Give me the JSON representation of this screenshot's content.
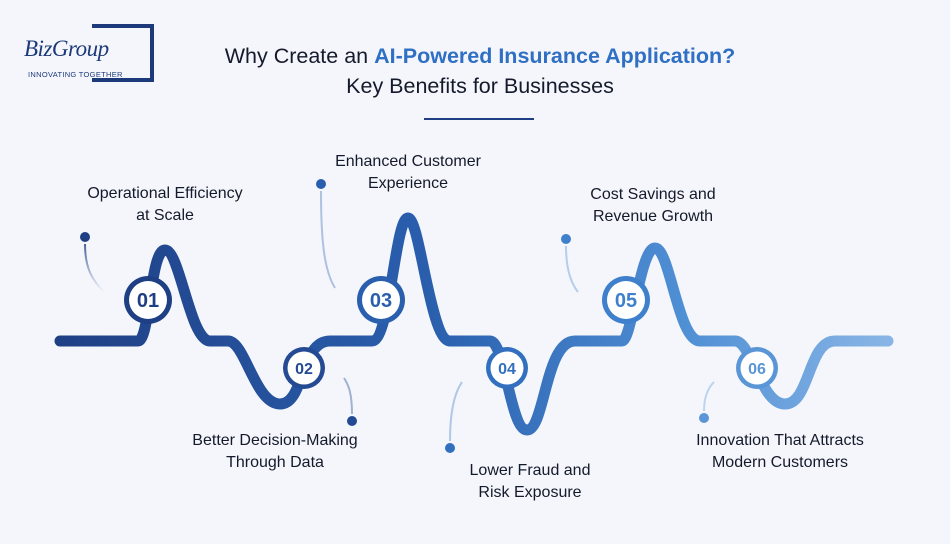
{
  "logo": {
    "word": "BizGroup",
    "tagline": "INNOVATING TOGETHER"
  },
  "title": {
    "line1_before": "Why Create an ",
    "line1_highlight": "AI-Powered Insurance Application?",
    "line2": "Key Benefits for Businesses"
  },
  "colors": {
    "dark_navy": "#1f3f84",
    "mid_blue": "#2f6fc4",
    "light_blue": "#8ab6e6",
    "background": "#f4f6fb"
  },
  "steps": [
    {
      "number": "01",
      "line1": "Operational Efficiency",
      "line2": "at Scale"
    },
    {
      "number": "02",
      "line1": "Better Decision-Making",
      "line2": "Through Data"
    },
    {
      "number": "03",
      "line1": "Enhanced Customer",
      "line2": "Experience"
    },
    {
      "number": "04",
      "line1": "Lower Fraud and",
      "line2": "Risk Exposure"
    },
    {
      "number": "05",
      "line1": "Cost Savings and",
      "line2": "Revenue Growth"
    },
    {
      "number": "06",
      "line1": "Innovation That Attracts",
      "line2": "Modern Customers"
    }
  ]
}
